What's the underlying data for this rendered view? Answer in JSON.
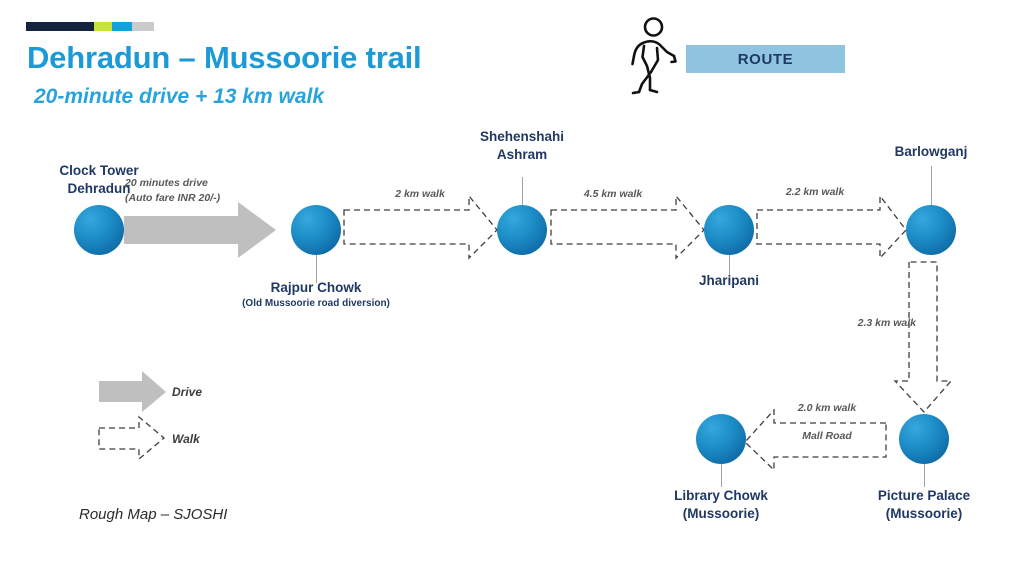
{
  "slide": {
    "title": "Dehradun – Mussoorie trail",
    "subtitle": "20-minute drive + 13 km walk",
    "badge_label": "ROUTE",
    "footer": "Rough Map – SJOSHI",
    "walk_icon_name": "pedestrian-walking-icon"
  },
  "accent_bar": {
    "segments": [
      {
        "color": "#16253F",
        "width": 68
      },
      {
        "color": "#C4E538",
        "width": 18
      },
      {
        "color": "#13A3DC",
        "width": 20
      },
      {
        "color": "#C9CBCC",
        "width": 22
      }
    ]
  },
  "colors": {
    "title": "#1C9AD6",
    "subtitle": "#29A3DC",
    "badge_bg": "#8EC4DF",
    "badge_text": "#1F3864",
    "node_fill": "#1E8FC9",
    "node_label": "#1F3864",
    "caption": "#58595B",
    "drive_arrow": "#BFBFBF",
    "walk_arrow": "#3F3F3F"
  },
  "nodes": [
    {
      "id": "clock-tower",
      "label": "Clock Tower\nDehradun",
      "label_line1": "Clock Tower",
      "label_line2": "Dehradun",
      "sublabel": "",
      "label_position": "above"
    },
    {
      "id": "rajpur-chowk",
      "label": "Rajpur Chowk",
      "label_line1": "Rajpur Chowk",
      "label_line2": "",
      "sublabel": "(Old Mussoorie road diversion)",
      "label_position": "below"
    },
    {
      "id": "shehenshahi-ashram",
      "label": "Shehenshahi\nAshram",
      "label_line1": "Shehenshahi",
      "label_line2": "Ashram",
      "sublabel": "",
      "label_position": "above"
    },
    {
      "id": "jharipani",
      "label": "Jharipani",
      "label_line1": "Jharipani",
      "label_line2": "",
      "sublabel": "",
      "label_position": "below"
    },
    {
      "id": "barlowganj",
      "label": "Barlowganj",
      "label_line1": "Barlowganj",
      "label_line2": "",
      "sublabel": "",
      "label_position": "above"
    },
    {
      "id": "picture-palace",
      "label": "Picture Palace\n(Mussoorie)",
      "label_line1": "Picture Palace",
      "label_line2": "(Mussoorie)",
      "sublabel": "",
      "label_position": "below"
    },
    {
      "id": "library-chowk",
      "label": "Library Chowk\n(Mussoorie)",
      "label_line1": "Library Chowk",
      "label_line2": "(Mussoorie)",
      "sublabel": "",
      "label_position": "below"
    }
  ],
  "edges": [
    {
      "id": "clock-tower-to-rajpur-chowk",
      "mode": "drive",
      "caption_line1": "20 minutes drive",
      "caption_line2": "(Auto fare INR  20/-)",
      "from": "clock-tower",
      "to": "rajpur-chowk"
    },
    {
      "id": "rajpur-chowk-to-shehenshahi-ashram",
      "mode": "walk",
      "caption_line1": "2 km walk",
      "caption_line2": "",
      "from": "rajpur-chowk",
      "to": "shehenshahi-ashram"
    },
    {
      "id": "shehenshahi-ashram-to-jharipani",
      "mode": "walk",
      "caption_line1": "4.5 km walk",
      "caption_line2": "",
      "from": "shehenshahi-ashram",
      "to": "jharipani"
    },
    {
      "id": "jharipani-to-barlowganj",
      "mode": "walk",
      "caption_line1": "2.2 km walk",
      "caption_line2": "",
      "from": "jharipani",
      "to": "barlowganj"
    },
    {
      "id": "barlowganj-to-picture-palace",
      "mode": "walk",
      "caption_line1": "2.3 km walk",
      "caption_line2": "",
      "from": "barlowganj",
      "to": "picture-palace"
    },
    {
      "id": "picture-palace-to-library-chowk",
      "mode": "walk",
      "caption_line1": "2.0 km walk",
      "caption_line2": "Mall Road",
      "from": "picture-palace",
      "to": "library-chowk"
    }
  ],
  "legend": {
    "drive_label": "Drive",
    "walk_label": "Walk"
  }
}
